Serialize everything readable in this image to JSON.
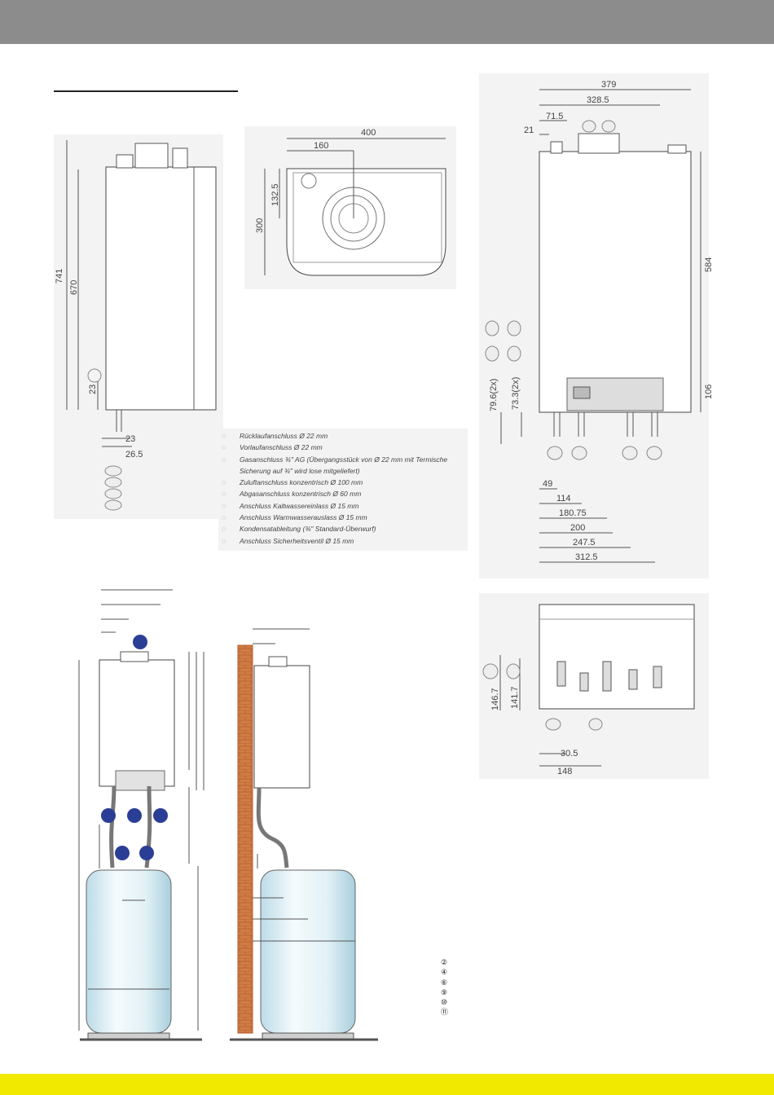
{
  "page": {
    "colors": {
      "header_bar": "#8c8c8c",
      "footer_bar": "#f2e900",
      "badge": "#2b3e96",
      "brick": "#c8703e"
    }
  },
  "side_view": {
    "dims": {
      "total_height": "741",
      "body_height": "670",
      "bottom_offset": "23",
      "pipe_offset_a": "23",
      "pipe_offset_b": "26.5"
    }
  },
  "top_view": {
    "dims": {
      "width": "400",
      "flue_offset": "160",
      "flue_depth": "132.5",
      "depth": "300"
    }
  },
  "front_view": {
    "dims": {
      "width": "379",
      "width_inner": "328.5",
      "flue_x": "71.5",
      "left_edge": "21",
      "body_height": "584",
      "lower_height": "106",
      "conn_height_a": "79.6(2x)",
      "conn_height_b": "73.3(2x)",
      "x_49": "49",
      "x_114": "114",
      "x_180": "180.75",
      "x_200": "200",
      "x_247": "247.5",
      "x_312": "312.5"
    }
  },
  "bottom_view": {
    "dims": {
      "depth_a": "146.7",
      "depth_b": "141.7",
      "offset_a": "30.5",
      "offset_b": "148"
    }
  },
  "legend": [
    {
      "icon": "return-connection-icon",
      "text": "Rücklaufanschluss Ø 22 mm"
    },
    {
      "icon": "flow-connection-icon",
      "text": "Vorlaufanschluss Ø 22 mm"
    },
    {
      "icon": "gas-connection-icon",
      "text": "Gasanschluss ¾\" AG (Übergangsstück von Ø 22 mm mit Termische Sicherung auf ¾\" wird lose mitgeliefert)"
    },
    {
      "icon": "air-intake-icon",
      "text": "Zuluftanschluss konzentrisch Ø 100 mm"
    },
    {
      "icon": "flue-gas-icon",
      "text": "Abgasanschluss konzentrisch Ø 60 mm"
    },
    {
      "icon": "cold-water-icon",
      "text": "Anschluss Kaltwassereinlass Ø 15 mm"
    },
    {
      "icon": "hot-water-icon",
      "text": "Anschluss Warmwasserauslass Ø 15 mm"
    },
    {
      "icon": "condensate-icon",
      "text": "Kondensatableitung (¾\" Standard-Überwurf)"
    },
    {
      "icon": "safety-valve-icon",
      "text": "Anschluss Sicherheitsventil Ø 15 mm"
    }
  ],
  "index_list": [
    "②",
    "④",
    "⑥",
    "⑨",
    "⑩",
    "⑪"
  ]
}
